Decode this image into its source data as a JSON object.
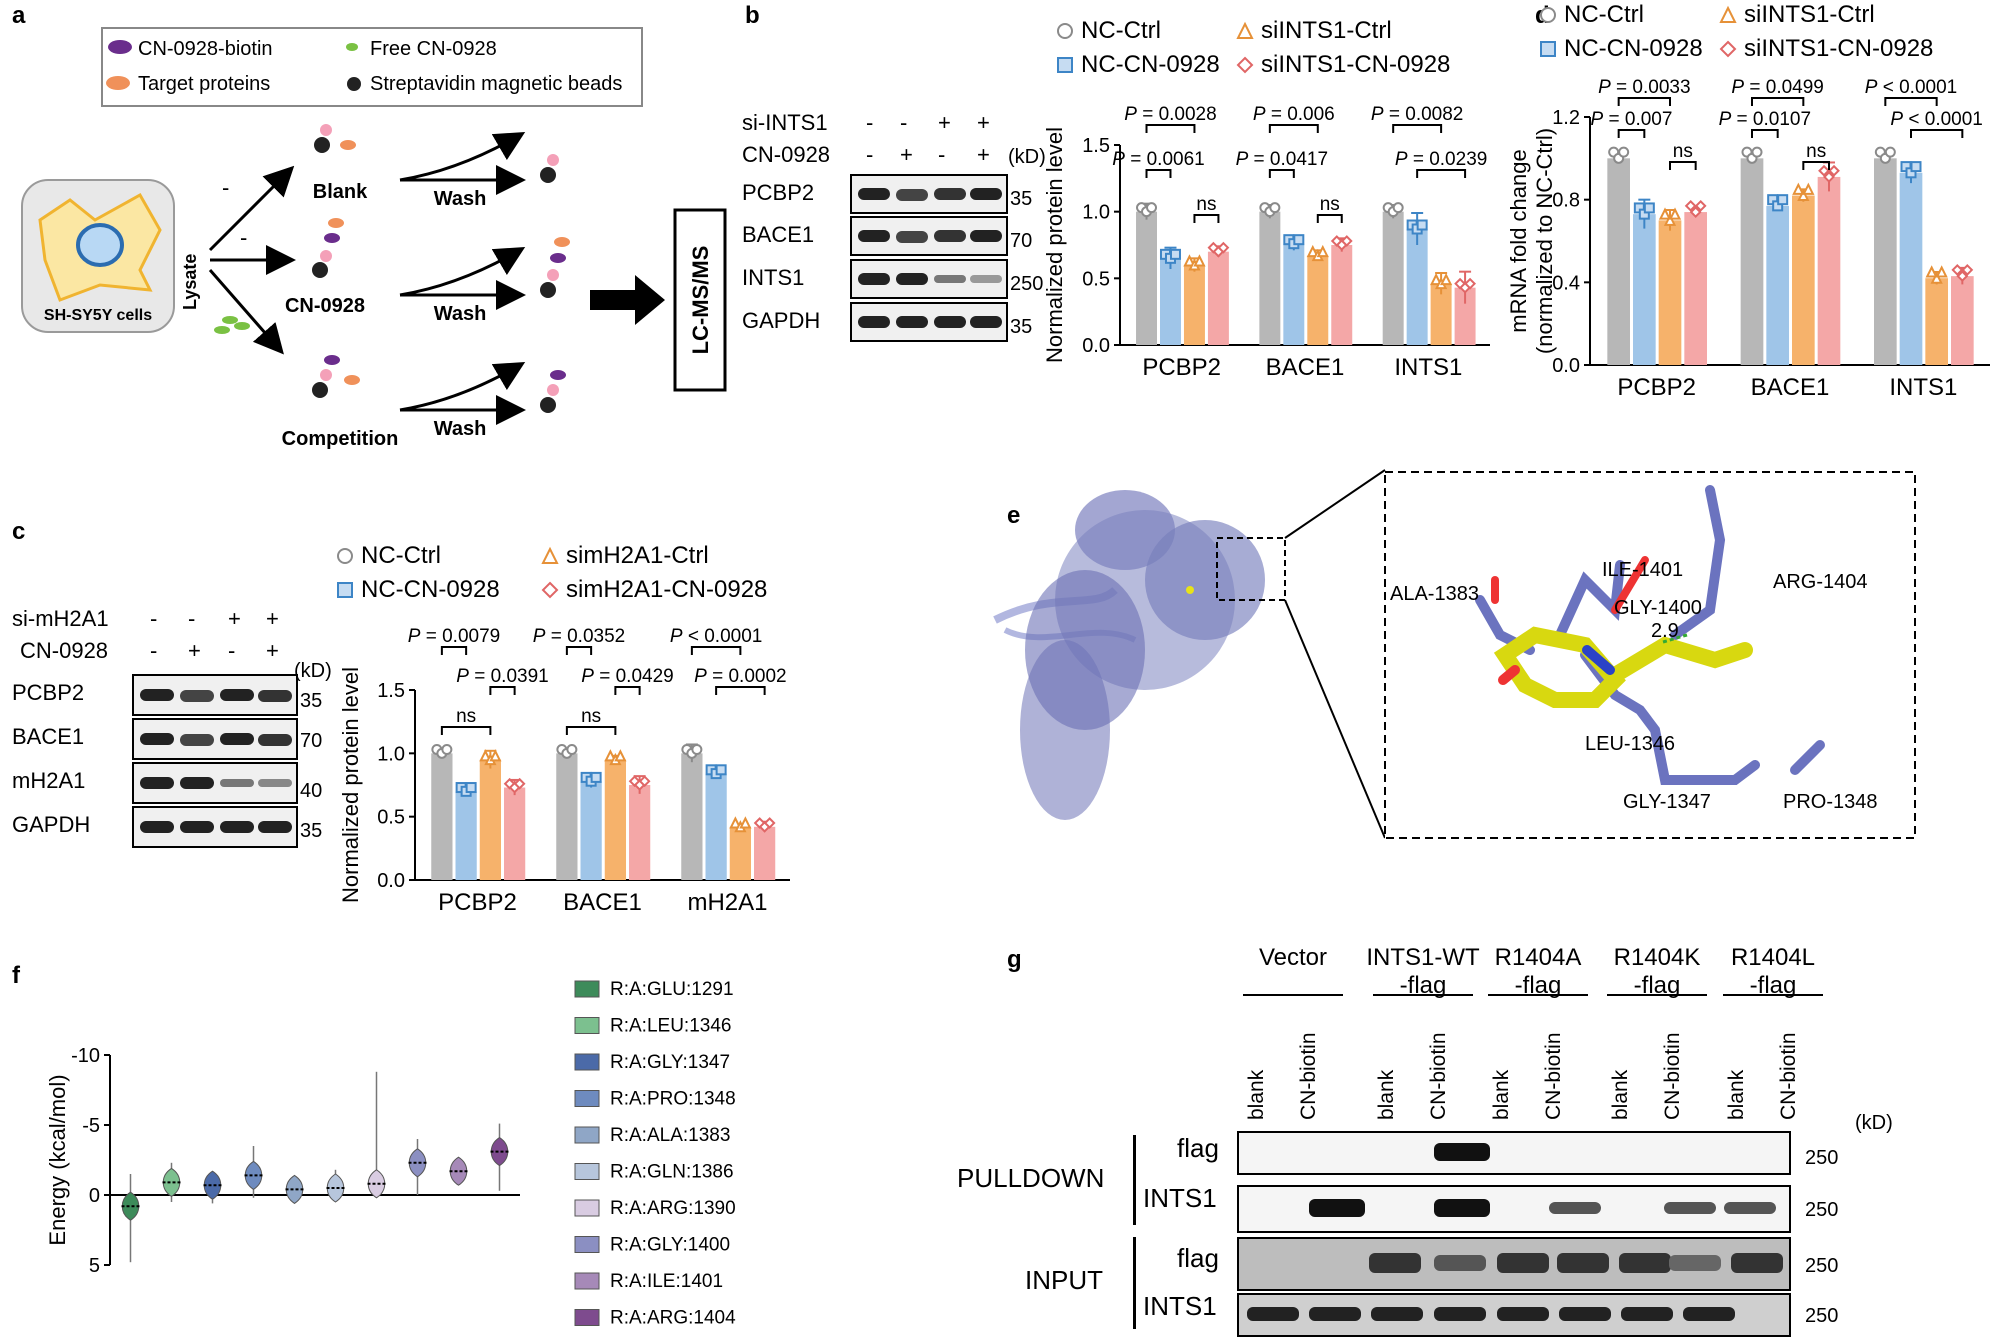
{
  "panels": {
    "a": "a",
    "b": "b",
    "c": "c",
    "d": "d",
    "e": "e",
    "f": "f",
    "g": "g"
  },
  "panel_a": {
    "legend": [
      "CN-0928-biotin",
      "Free CN-0928",
      "Target proteins",
      "Streptavidin magnetic beads"
    ],
    "cell": "SH-SY5Y cells",
    "lysate": "Lysate",
    "minus": "-",
    "arms": [
      "Blank",
      "CN-0928",
      "Competition"
    ],
    "wash": "Wash",
    "output": "LC-MS/MS"
  },
  "panel_b": {
    "row_labels": [
      "si-INTS1",
      "CN-0928"
    ],
    "signs": [
      [
        "-",
        "-",
        "+",
        "+"
      ],
      [
        "-",
        "+",
        "-",
        "+"
      ]
    ],
    "kd_header": "(kD)",
    "blots": [
      {
        "name": "PCBP2",
        "kd": "35"
      },
      {
        "name": "BACE1",
        "kd": "70"
      },
      {
        "name": "INTS1",
        "kd": "250"
      },
      {
        "name": "GAPDH",
        "kd": "35"
      }
    ],
    "legend": [
      "NC-Ctrl",
      "siINTS1-Ctrl",
      "NC-CN-0928",
      "siINTS1-CN-0928"
    ]
  },
  "panel_c": {
    "row_labels": [
      "si-mH2A1",
      "CN-0928"
    ],
    "signs": [
      [
        "-",
        "-",
        "+",
        "+"
      ],
      [
        "-",
        "+",
        "-",
        "+"
      ]
    ],
    "kd_header": "(kD)",
    "blots": [
      {
        "name": "PCBP2",
        "kd": "35"
      },
      {
        "name": "BACE1",
        "kd": "70"
      },
      {
        "name": "mH2A1",
        "kd": "40"
      },
      {
        "name": "GAPDH",
        "kd": "35"
      }
    ],
    "legend": [
      "NC-Ctrl",
      "simH2A1-Ctrl",
      "NC-CN-0928",
      "simH2A1-CN-0928"
    ]
  },
  "panel_d": {
    "legend": [
      "NC-Ctrl",
      "siINTS1-Ctrl",
      "NC-CN-0928",
      "siINTS1-CN-0928"
    ]
  },
  "panel_e": {
    "residues": [
      "ILE-1401",
      "ARG-1404",
      "ALA-1383",
      "GLY-1400",
      "LEU-1346",
      "GLY-1347",
      "PRO-1348"
    ],
    "distance": "2.9"
  },
  "panel_g": {
    "groups": [
      "Vector",
      "INTS1-WT\n-flag",
      "R1404A\n-flag",
      "R1404K\n-flag",
      "R1404L\n-flag"
    ],
    "lanes": [
      "blank",
      "CN-biotin"
    ],
    "kd_header": "(kD)",
    "sections": [
      "PULLDOWN",
      "INPUT"
    ],
    "rows": [
      {
        "name": "flag",
        "kd": "250"
      },
      {
        "name": "INTS1",
        "kd": "250"
      },
      {
        "name": "flag",
        "kd": "250"
      },
      {
        "name": "INTS1",
        "kd": "250"
      }
    ]
  },
  "colors": {
    "ctrl": "#b7b7b7",
    "cn": "#9fc5e8",
    "si": "#f6b26b",
    "si_cn": "#f4a7a7",
    "ctrl_edge": "#8a8a8a",
    "cn_edge": "#3d85c6",
    "si_edge": "#e69138",
    "si_cn_edge": "#e06666"
  },
  "chart_data": [
    {
      "type": "bar",
      "panel": "b",
      "categories": [
        "PCBP2",
        "BACE1",
        "INTS1"
      ],
      "ylabel": "Normalized protein level",
      "ylim": [
        0,
        1.5
      ],
      "yticks": [
        "0.0",
        "0.5",
        "1.0",
        "1.5"
      ],
      "series": [
        {
          "name": "NC-Ctrl",
          "values": [
            1.0,
            1.0,
            1.0
          ],
          "err": [
            0.06,
            0.05,
            0.05
          ]
        },
        {
          "name": "NC-CN-0928",
          "values": [
            0.65,
            0.76,
            0.87
          ],
          "err": [
            0.08,
            0.05,
            0.12
          ]
        },
        {
          "name": "siINTS1-Ctrl",
          "values": [
            0.6,
            0.67,
            0.46
          ],
          "err": [
            0.05,
            0.04,
            0.08
          ]
        },
        {
          "name": "siINTS1-CN-0928",
          "values": [
            0.7,
            0.75,
            0.43
          ],
          "err": [
            0.04,
            0.05,
            0.12
          ]
        }
      ],
      "comparisons": [
        {
          "text": "P = 0.0028",
          "cat": 0,
          "from": 0,
          "to": 2,
          "level": 0
        },
        {
          "text": "P = 0.0061",
          "cat": 0,
          "from": 0,
          "to": 1,
          "level": 1
        },
        {
          "text": "ns",
          "cat": 0,
          "from": 2,
          "to": 3,
          "level": 2
        },
        {
          "text": "P = 0.006",
          "cat": 1,
          "from": 0,
          "to": 2,
          "level": 0
        },
        {
          "text": "P = 0.0417",
          "cat": 1,
          "from": 0,
          "to": 1,
          "level": 1
        },
        {
          "text": "ns",
          "cat": 1,
          "from": 2,
          "to": 3,
          "level": 2
        },
        {
          "text": "P = 0.0082",
          "cat": 2,
          "from": 0,
          "to": 2,
          "level": 0
        },
        {
          "text": "P = 0.0239",
          "cat": 2,
          "from": 1,
          "to": 3,
          "level": 1
        }
      ]
    },
    {
      "type": "bar",
      "panel": "c",
      "categories": [
        "PCBP2",
        "BACE1",
        "mH2A1"
      ],
      "ylabel": "Normalized protein level",
      "ylim": [
        0,
        1.5
      ],
      "yticks": [
        "0.0",
        "0.5",
        "1.0",
        "1.5"
      ],
      "series": [
        {
          "name": "NC-Ctrl",
          "values": [
            1.0,
            1.0,
            1.0
          ],
          "err": [
            0.03,
            0.02,
            0.07
          ]
        },
        {
          "name": "NC-CN-0928",
          "values": [
            0.7,
            0.78,
            0.84
          ],
          "err": [
            0.04,
            0.05,
            0.03
          ]
        },
        {
          "name": "simH2A1-Ctrl",
          "values": [
            0.95,
            0.95,
            0.42
          ],
          "err": [
            0.07,
            0.03,
            0.02
          ]
        },
        {
          "name": "simH2A1-CN-0928",
          "values": [
            0.73,
            0.75,
            0.42
          ],
          "err": [
            0.06,
            0.07,
            0.04
          ]
        }
      ],
      "comparisons": [
        {
          "text": "P = 0.0079",
          "cat": 0,
          "from": 0,
          "to": 1,
          "level": 0
        },
        {
          "text": "P = 0.0391",
          "cat": 0,
          "from": 2,
          "to": 3,
          "level": 1
        },
        {
          "text": "ns",
          "cat": 0,
          "from": 0,
          "to": 2,
          "level": 2
        },
        {
          "text": "P = 0.0352",
          "cat": 1,
          "from": 0,
          "to": 1,
          "level": 0
        },
        {
          "text": "P = 0.0429",
          "cat": 1,
          "from": 2,
          "to": 3,
          "level": 1
        },
        {
          "text": "ns",
          "cat": 1,
          "from": 0,
          "to": 2,
          "level": 2
        },
        {
          "text": "P < 0.0001",
          "cat": 2,
          "from": 0,
          "to": 2,
          "level": 0
        },
        {
          "text": "P = 0.0002",
          "cat": 2,
          "from": 1,
          "to": 3,
          "level": 1
        }
      ]
    },
    {
      "type": "bar",
      "panel": "d",
      "categories": [
        "PCBP2",
        "BACE1",
        "INTS1"
      ],
      "ylabel": "mRNA fold change\n(normalized to NC-Ctrl)",
      "ylim": [
        0,
        1.2
      ],
      "yticks": [
        "0.0",
        "0.4",
        "0.8",
        "1.2"
      ],
      "series": [
        {
          "name": "NC-Ctrl",
          "values": [
            1.0,
            1.0,
            1.0
          ],
          "err": [
            0,
            0,
            0
          ]
        },
        {
          "name": "NC-CN-0928",
          "values": [
            0.73,
            0.77,
            0.93
          ],
          "err": [
            0.07,
            0.02,
            0.05
          ]
        },
        {
          "name": "siINTS1-Ctrl",
          "values": [
            0.7,
            0.82,
            0.42
          ],
          "err": [
            0.05,
            0.03,
            0.03
          ]
        },
        {
          "name": "siINTS1-CN-0928",
          "values": [
            0.74,
            0.91,
            0.43
          ],
          "err": [
            0.02,
            0.07,
            0.04
          ]
        }
      ],
      "comparisons": [
        {
          "text": "P = 0.0033",
          "cat": 0,
          "from": 0,
          "to": 2,
          "level": 0
        },
        {
          "text": "P = 0.007",
          "cat": 0,
          "from": 0,
          "to": 1,
          "level": 1
        },
        {
          "text": "ns",
          "cat": 0,
          "from": 2,
          "to": 3,
          "level": 2
        },
        {
          "text": "P = 0.0499",
          "cat": 1,
          "from": 0,
          "to": 2,
          "level": 0
        },
        {
          "text": "P = 0.0107",
          "cat": 1,
          "from": 0,
          "to": 1,
          "level": 1
        },
        {
          "text": "ns",
          "cat": 1,
          "from": 2,
          "to": 3,
          "level": 2
        },
        {
          "text": "P < 0.0001",
          "cat": 2,
          "from": 0,
          "to": 2,
          "level": 0
        },
        {
          "text": "P < 0.0001",
          "cat": 2,
          "from": 1,
          "to": 3,
          "level": 1
        }
      ]
    },
    {
      "type": "violin",
      "panel": "f",
      "ylabel": "Energy (kcal/mol)",
      "ylim": [
        5,
        -10
      ],
      "yticks": [
        "-10",
        "-5",
        "0",
        "5"
      ],
      "series": [
        {
          "name": "R:A:GLU:1291",
          "median": 0.8,
          "min": -1.5,
          "max": 4.8,
          "color": "#3d8b5a"
        },
        {
          "name": "R:A:LEU:1346",
          "median": -0.9,
          "min": -2.3,
          "max": 0.5,
          "color": "#7cc08f"
        },
        {
          "name": "R:A:GLY:1347",
          "median": -0.7,
          "min": -1.7,
          "max": 0.6,
          "color": "#4b6aa8"
        },
        {
          "name": "R:A:PRO:1348",
          "median": -1.4,
          "min": -3.5,
          "max": 0.2,
          "color": "#6e8bbf"
        },
        {
          "name": "R:A:ALA:1383",
          "median": -0.4,
          "min": -1.1,
          "max": 0.4,
          "color": "#8fa6c6"
        },
        {
          "name": "R:A:GLN:1386",
          "median": -0.5,
          "min": -1.8,
          "max": 0.5,
          "color": "#b7c6dc"
        },
        {
          "name": "R:A:ARG:1390",
          "median": -0.8,
          "min": -8.8,
          "max": 0.2,
          "color": "#d9cce2"
        },
        {
          "name": "R:A:GLY:1400",
          "median": -2.3,
          "min": -4.0,
          "max": 0.0,
          "color": "#8b8fc2"
        },
        {
          "name": "R:A:ILE:1401",
          "median": -1.7,
          "min": -2.4,
          "max": -1.0,
          "color": "#a689b8"
        },
        {
          "name": "R:A:ARG:1404",
          "median": -3.1,
          "min": -5.1,
          "max": -0.3,
          "color": "#7e4b8e"
        }
      ]
    }
  ]
}
